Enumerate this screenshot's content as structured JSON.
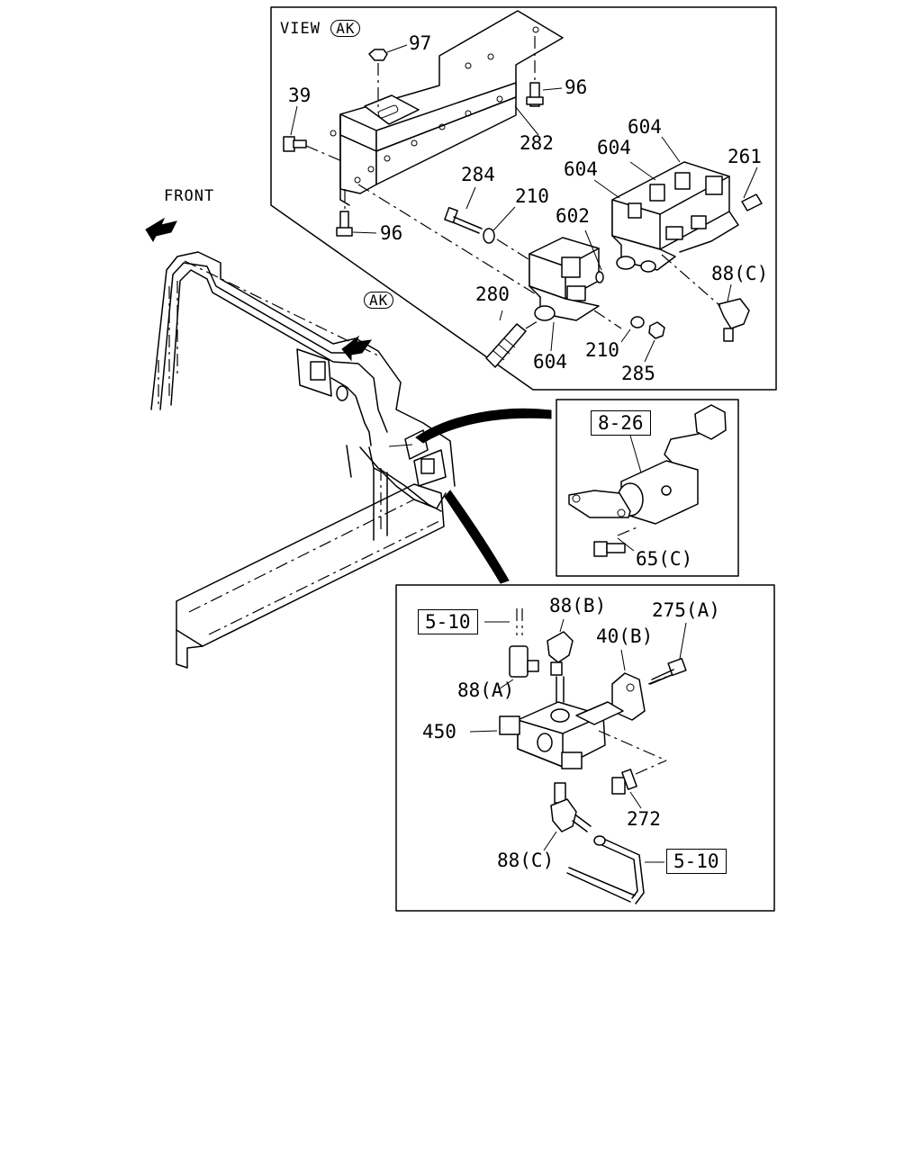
{
  "view_panel": {
    "title": "VIEW",
    "view_ref": "AK",
    "callouts": {
      "c97": "97",
      "c96_top": "96",
      "c39": "39",
      "c282": "282",
      "c604_a": "604",
      "c604_b": "604",
      "c604_c": "604",
      "c261": "261",
      "c284": "284",
      "c210_a": "210",
      "c602": "602",
      "c96_bottom": "96",
      "c88c_a": "88(C)",
      "c280": "280",
      "c210_b": "210",
      "c604_d": "604",
      "c285": "285"
    }
  },
  "main_view": {
    "front_label": "FRONT",
    "view_ref": "AK"
  },
  "detail_826": {
    "ref_box": "8-26",
    "callouts": {
      "c65c": "65(C)"
    }
  },
  "detail_510": {
    "ref_box_top": "5-10",
    "ref_box_bottom": "5-10",
    "callouts": {
      "c88b": "88(B)",
      "c275a": "275(A)",
      "c40b": "40(B)",
      "c88a": "88(A)",
      "c450": "450",
      "c272": "272",
      "c88c": "88(C)"
    }
  }
}
